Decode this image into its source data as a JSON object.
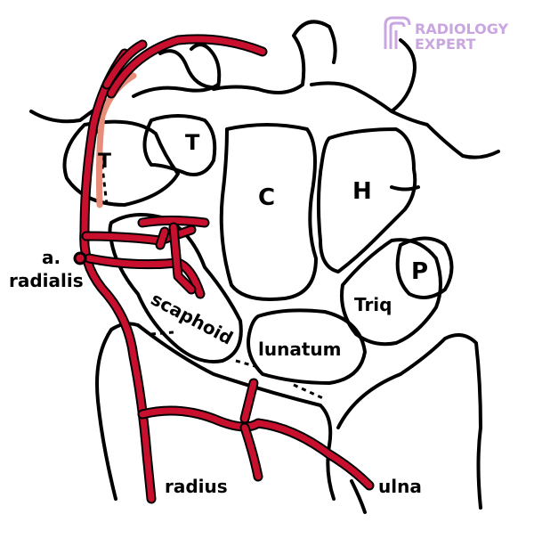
{
  "labels": {
    "trapezium": "T",
    "trapezoid": "T",
    "capitate": "C",
    "hamate": "H",
    "pisiform": "P",
    "triquetrum": "Triq",
    "scaphoid": "scaphoid",
    "lunatum": "lunatum",
    "radius": "radius",
    "ulna": "ulna",
    "artery_line1": "a.",
    "artery_line2": "radialis"
  },
  "logo": {
    "line1": "RADIOLOGY",
    "line2": "EXPERT"
  },
  "colors": {
    "artery": "#c8102e",
    "artery_hidden": "#e88d7a",
    "outline": "#000000",
    "logo": "#c9a6e0"
  }
}
